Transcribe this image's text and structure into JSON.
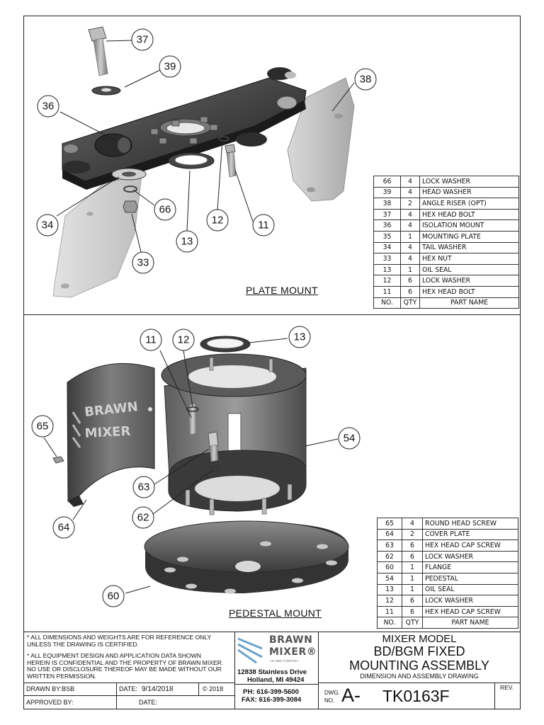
{
  "plate_mount": {
    "view_title": "PLATE MOUNT",
    "balloons": [
      "37",
      "39",
      "38",
      "36",
      "34",
      "66",
      "12",
      "11",
      "13",
      "33"
    ],
    "bom": {
      "header": {
        "no": "NO.",
        "qty": "QTY",
        "name": "PART NAME"
      },
      "rows": [
        {
          "no": "66",
          "qty": "4",
          "name": "LOCK WASHER"
        },
        {
          "no": "39",
          "qty": "4",
          "name": "HEAD WASHER"
        },
        {
          "no": "38",
          "qty": "2",
          "name": "ANGLE RISER (OPT)"
        },
        {
          "no": "37",
          "qty": "4",
          "name": "HEX HEAD BOLT"
        },
        {
          "no": "36",
          "qty": "4",
          "name": "ISOLATION MOUNT"
        },
        {
          "no": "35",
          "qty": "1",
          "name": "MOUNTING PLATE"
        },
        {
          "no": "34",
          "qty": "4",
          "name": "TAIL WASHER"
        },
        {
          "no": "33",
          "qty": "4",
          "name": "HEX NUT"
        },
        {
          "no": "13",
          "qty": "1",
          "name": "OIL SEAL"
        },
        {
          "no": "12",
          "qty": "6",
          "name": "LOCK WASHER"
        },
        {
          "no": "11",
          "qty": "6",
          "name": "HEX HEAD BOLT"
        }
      ]
    }
  },
  "pedestal_mount": {
    "view_title": "PEDESTAL MOUNT",
    "cover_text": [
      "BRAWN",
      "MIXER"
    ],
    "balloons": [
      "11",
      "12",
      "13",
      "65",
      "54",
      "63",
      "62",
      "64",
      "60"
    ],
    "bom": {
      "header": {
        "no": "NO.",
        "qty": "QTY",
        "name": "PART NAME"
      },
      "rows": [
        {
          "no": "65",
          "qty": "4",
          "name": "ROUND HEAD SCREW"
        },
        {
          "no": "64",
          "qty": "2",
          "name": "COVER PLATE"
        },
        {
          "no": "63",
          "qty": "6",
          "name": "HEX HEAD CAP SCREW"
        },
        {
          "no": "62",
          "qty": "6",
          "name": "LOCK WASHER"
        },
        {
          "no": "60",
          "qty": "1",
          "name": "FLANGE"
        },
        {
          "no": "54",
          "qty": "1",
          "name": "PEDESTAL"
        },
        {
          "no": "13",
          "qty": "1",
          "name": "OIL SEAL"
        },
        {
          "no": "12",
          "qty": "6",
          "name": "LOCK WASHER"
        },
        {
          "no": "11",
          "qty": "6",
          "name": "HEX HEAD CAP SCREW"
        }
      ]
    }
  },
  "title_block": {
    "note1": [
      "* ALL DIMENSIONS AND WEIGHTS ARE FOR REFERENCE ONLY",
      "UNLESS THE DRAWING IS CERTIFIED."
    ],
    "note2": [
      "* ALL EQUIPMENT DESIGN AND APPLICATION DATA SHOWN",
      "HEREIN IS CONFIDENTIAL AND THE PROPERTY OF BRAWN MIXER.",
      "NO USE OR DISCLOSURE THEREOF MAY BE MADE WITHOUT OUR",
      "WRITTEN PERMISSION."
    ],
    "drawn_by": "DRAWN BY:BSB",
    "date_label": "DATE:",
    "date_value": "9/14/2018",
    "copyright": "© 2018",
    "approved_by": "APPROVED BY:",
    "date2_label": "DATE:",
    "logo_line1": "BRAWN",
    "logo_line2": "MIXER®",
    "logo_sub": "AN NBE COMPANY",
    "address1": "12838 Stainless Drive",
    "address2": "Holland, MI 49424",
    "phone": "PH:  616-399-5600",
    "fax": "FAX: 616-399-3084",
    "title_l1": "MIXER MODEL",
    "title_l2": "BD/BGM FIXED",
    "title_l3": "MOUNTING ASSEMBLY",
    "title_l4": "DIMENSION AND ASSEMBLY DRAWING",
    "dwg_label1": "DWG.",
    "dwg_label2": "NO.",
    "dwg_prefix": "A-",
    "dwg_number": "TK0163F",
    "rev_label": "REV."
  },
  "colors": {
    "line": "#222222",
    "metal_dark": "#3a3a3a",
    "metal_mid": "#7a7a7a",
    "metal_light": "#c8c8c8",
    "logo_blue": "#6fa3c8"
  }
}
